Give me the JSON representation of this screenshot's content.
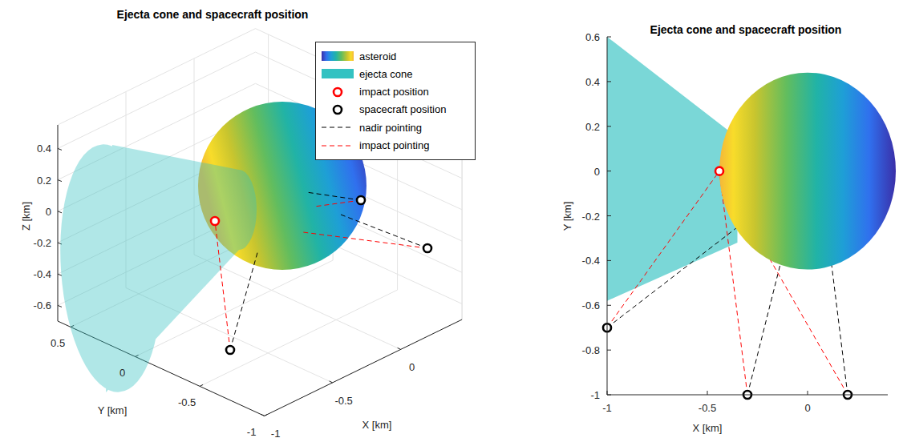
{
  "diagram": {
    "labels": [
      "Ejecta cone and spacecraft position",
      "0.4",
      "0.2",
      "0",
      "-0.2",
      "-0.4",
      "-0.6",
      "Z [km]",
      "0.5",
      "0",
      "-0.5",
      "-1",
      "Y [km]",
      "-1",
      "-0.5",
      "0",
      "X [km]",
      "Ejecta cone and spacecraft position",
      "0.6",
      "0.4",
      "0.2",
      "0",
      "-0.2",
      "-0.4",
      "-0.6",
      "-0.8",
      "-1",
      "Y [km]",
      "-1",
      "-0.5",
      "0",
      "X [km]"
    ],
    "legend": [
      {
        "text": "asteroid"
      },
      {
        "text": "ejecta cone",
        "color": "#33C2C2"
      },
      {
        "text": "impact position"
      },
      {
        "text": "spacecraft position"
      },
      {
        "text": "nadir pointing"
      },
      {
        "text": "impact pointing"
      }
    ]
  }
}
